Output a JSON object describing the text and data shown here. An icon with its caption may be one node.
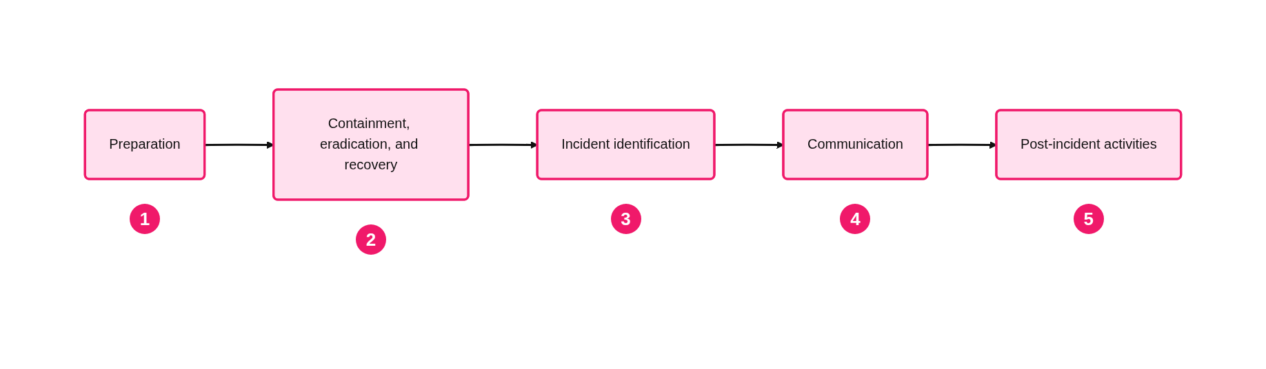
{
  "diagram": {
    "nodes": [
      {
        "text": [
          "Preparation"
        ],
        "beside": [
          "1"
        ]
      },
      {
        "text": [
          "Containment, eradication, and recovery"
        ],
        "beside": [
          "2"
        ]
      },
      {
        "text": [
          "Incident identification"
        ],
        "beside": [
          "3"
        ]
      },
      {
        "text": [
          "Communication"
        ],
        "beside": [
          "4"
        ]
      },
      {
        "text": [
          "Post-incident activities"
        ],
        "beside": [
          "5"
        ]
      }
    ],
    "edges": [
      {
        "from": 0,
        "to": 1,
        "arrow": "to"
      },
      {
        "from": 1,
        "to": 2,
        "arrow": "to"
      },
      {
        "from": 2,
        "to": 3,
        "arrow": "to"
      },
      {
        "from": 3,
        "to": 4,
        "arrow": "to"
      }
    ]
  }
}
